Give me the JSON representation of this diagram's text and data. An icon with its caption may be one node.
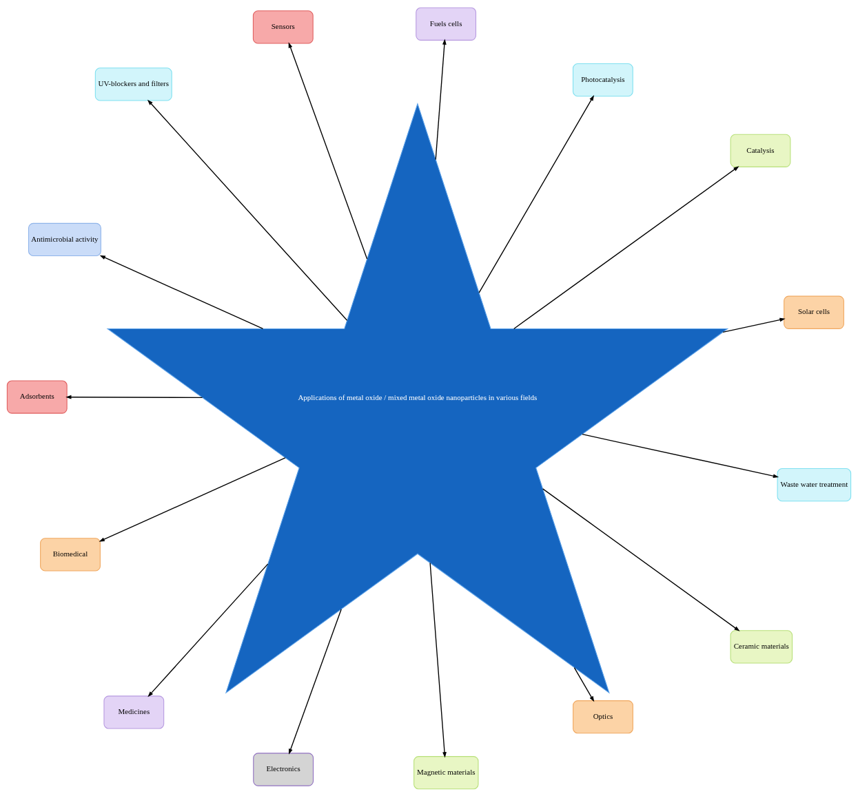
{
  "diagram": {
    "nodes": [
      {
        "text": [
          "Applications of metal oxide / mixed metal oxide nanoparticles in various fields"
        ]
      },
      {
        "text": [
          "Solar cells"
        ]
      },
      {
        "text": [
          "Catalysis"
        ]
      },
      {
        "text": [
          "Photocatalysis"
        ]
      },
      {
        "text": [
          "Fuels cells"
        ]
      },
      {
        "text": [
          "Sensors"
        ]
      },
      {
        "text": [
          "UV-blockers and filters"
        ]
      },
      {
        "text": [
          "Antimicrobial activity"
        ]
      },
      {
        "text": [
          "Adsorbents"
        ]
      },
      {
        "text": [
          "Biomedical"
        ]
      },
      {
        "text": [
          "Medicines"
        ]
      },
      {
        "text": [
          "Electronics"
        ]
      },
      {
        "text": [
          "Magnetic materials"
        ]
      },
      {
        "text": [
          "Optics"
        ]
      },
      {
        "text": [
          "Ceramic materials"
        ]
      },
      {
        "text": [
          "Waste water treatment"
        ]
      }
    ],
    "edges": [
      {
        "from": 0,
        "to": 1,
        "arrow": "to"
      },
      {
        "from": 0,
        "to": 2,
        "arrow": "to"
      },
      {
        "from": 0,
        "to": 3,
        "arrow": "to"
      },
      {
        "from": 0,
        "to": 5,
        "arrow": "to"
      },
      {
        "from": 0,
        "to": 7,
        "arrow": "to"
      },
      {
        "from": 0,
        "to": 9,
        "arrow": "to"
      },
      {
        "from": 0,
        "to": 11,
        "arrow": "to"
      },
      {
        "from": 0,
        "to": 15,
        "arrow": "to"
      },
      {
        "from": 0,
        "to": 14,
        "arrow": "to"
      },
      {
        "from": 0,
        "to": 13,
        "arrow": "to"
      },
      {
        "from": 0,
        "to": 12,
        "arrow": "to"
      },
      {
        "from": 0,
        "to": 10,
        "arrow": "to"
      },
      {
        "from": 0,
        "to": 8,
        "arrow": "to"
      },
      {
        "from": 0,
        "to": 6,
        "arrow": "to"
      },
      {
        "from": 0,
        "to": 4,
        "arrow": "to"
      }
    ]
  }
}
